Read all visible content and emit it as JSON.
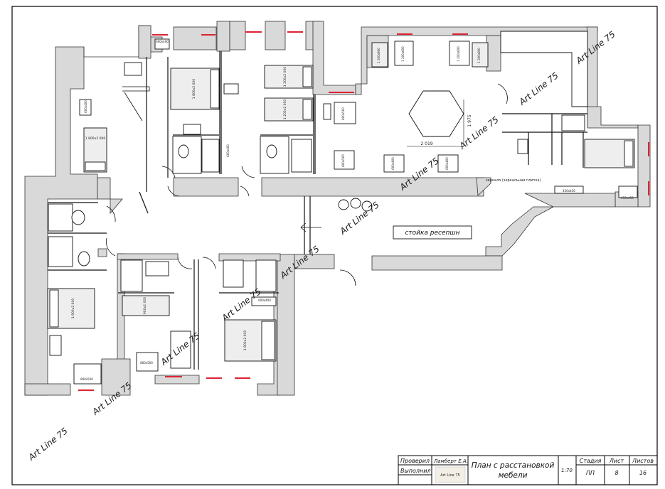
{
  "watermark": "Art Line 75",
  "labels": {
    "reception": "стойка ресепшн",
    "panel": "зеркало (зеркальная плитка)",
    "dim_a": "2 019",
    "dim_b": "1 975",
    "bed_double": "1 800x2 000",
    "bed_single": "1 200x2 000",
    "bed_single2": "900x2 000",
    "table": "1 200x600",
    "desk": "800x500",
    "sofa": "1 300x800",
    "small1": "600x400",
    "small2": "450x450"
  },
  "title_block": {
    "checked_label": "Проверил",
    "performed_label": "Выполнил",
    "author": "Ламберт Е.А.",
    "logo_text": "Art Line 75",
    "title": "План с расстановкой мебели",
    "title_line1": "План с расстановкой",
    "title_line2": "мебели",
    "scale": "1:70",
    "stage_label": "Стадия",
    "stage": "ПП",
    "sheet_label": "Лист",
    "sheet": "8",
    "sheets_label": "Листов",
    "sheets": "16"
  }
}
